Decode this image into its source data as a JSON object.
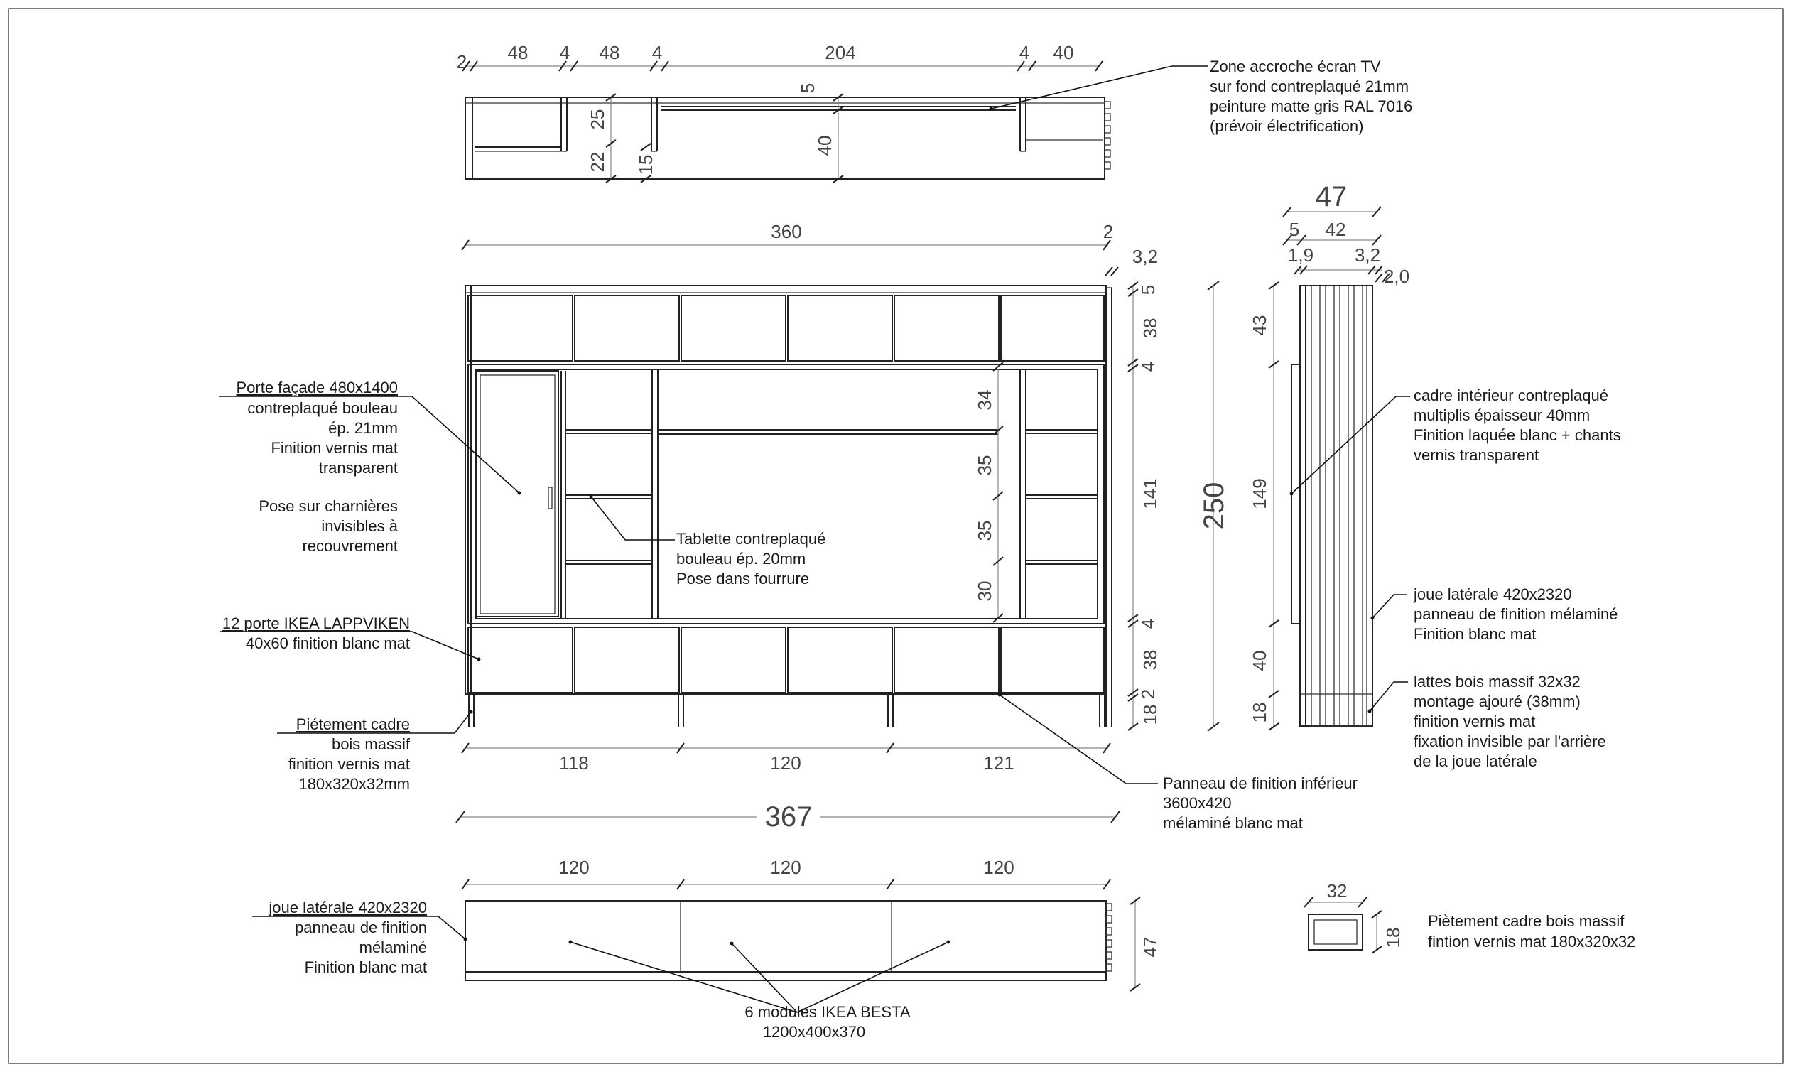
{
  "top_view": {
    "dims": [
      "2",
      "48",
      "4",
      "48",
      "4",
      "204",
      "4",
      "40"
    ],
    "vertical_dims": [
      "5",
      "25",
      "22",
      "15",
      "40"
    ]
  },
  "front_view": {
    "width_top": "360",
    "right_small": "2",
    "side_small": "3,2",
    "overall_width": "367",
    "bottom_dims": [
      "118",
      "120",
      "121"
    ],
    "right_dims": [
      "5",
      "38",
      "4",
      "141",
      "4",
      "38",
      "2",
      "18"
    ],
    "inner_dims": [
      "34",
      "35",
      "35",
      "30"
    ],
    "height_total": "250"
  },
  "side_view": {
    "depth": "47",
    "depth_parts": [
      "5",
      "42"
    ],
    "small_dims": [
      "1,9",
      "3,2",
      "2,0"
    ],
    "vertical_dims": [
      "43",
      "149",
      "40",
      "18"
    ]
  },
  "bottom_view": {
    "dims": [
      "120",
      "120",
      "120"
    ],
    "depth": "47"
  },
  "foot_detail": {
    "width": "32",
    "height": "18"
  },
  "annotations": {
    "tv_zone": [
      "Zone accroche écran TV",
      "sur fond contreplaqué 21mm",
      "peinture matte gris RAL 7016",
      "(prévoir électrification)"
    ],
    "door": [
      "Porte façade 480x1400",
      "contreplaqué bouleau",
      "ép. 21mm",
      "Finition vernis mat",
      "transparent"
    ],
    "hinges": [
      "Pose sur charnières",
      "invisibles à",
      "recouvrement"
    ],
    "shelf": [
      "Tablette contreplaqué",
      "bouleau ép. 20mm",
      "Pose dans fourrure"
    ],
    "ikea_doors": [
      "12 porte IKEA LAPPVIKEN",
      "40x60 finition blanc mat"
    ],
    "base_frame": [
      "Piétement cadre",
      "bois massif",
      "finition vernis mat",
      "180x320x32mm"
    ],
    "lower_panel": [
      "Panneau de finition inférieur",
      "3600x420",
      "mélaminé blanc mat"
    ],
    "inner_frame": [
      "cadre intérieur contreplaqué",
      "multiplis épaisseur 40mm",
      "Finition laquée blanc + chants",
      "vernis transparent"
    ],
    "side_panel": [
      "joue latérale 420x2320",
      "panneau de finition mélaminé",
      "Finition blanc mat"
    ],
    "slats": [
      "lattes bois massif 32x32",
      "montage ajouré (38mm)",
      "finition vernis mat",
      "fixation invisible par l'arrière",
      "de la joue latérale"
    ],
    "side_panel_bottom": [
      "joue latérale 420x2320",
      "panneau de finition",
      "mélaminé",
      "Finition blanc mat"
    ],
    "besta": [
      "6 modules IKEA BESTA",
      "1200x400x370"
    ],
    "foot_note": [
      "Piètement cadre bois massif",
      "fintion vernis mat 180x320x32"
    ]
  }
}
